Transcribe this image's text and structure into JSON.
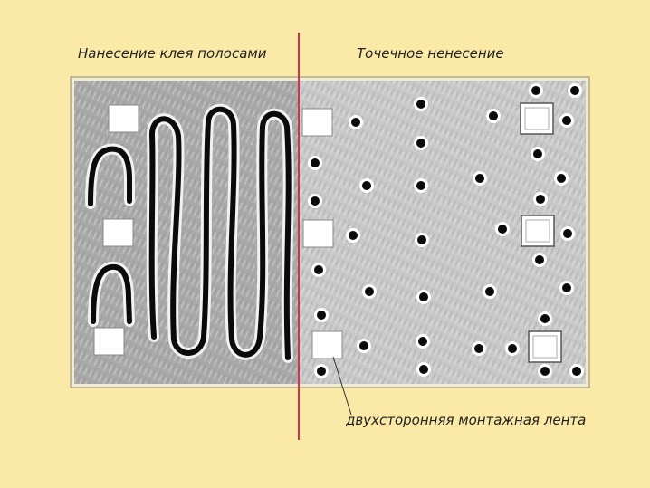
{
  "labels": {
    "left_title": "Нанесение клея полосами",
    "right_title": "Точечное ненесение",
    "tape_caption": "двухсторонняя монтажная лента"
  },
  "colors": {
    "background": "#fbe9a8",
    "panel_left": "#a9a9a9",
    "panel_right": "#c8c8c8",
    "divider": "#d9304a",
    "glue": "#0a0a0a",
    "tape": "#ffffff"
  }
}
